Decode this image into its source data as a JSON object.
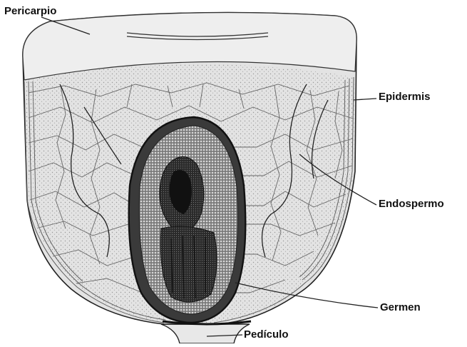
{
  "labels": {
    "pericarpio": "Pericarpio",
    "epidermis": "Epidermis",
    "endospermo": "Endospermo",
    "germen": "Germen",
    "pediculo": "Pedículo"
  },
  "colors": {
    "background": "#ffffff",
    "kernel_fill": "#e3e3e3",
    "pericarp_fill": "#eeeeee",
    "germ_dark": "#1e1e1e",
    "line": "#222222"
  }
}
